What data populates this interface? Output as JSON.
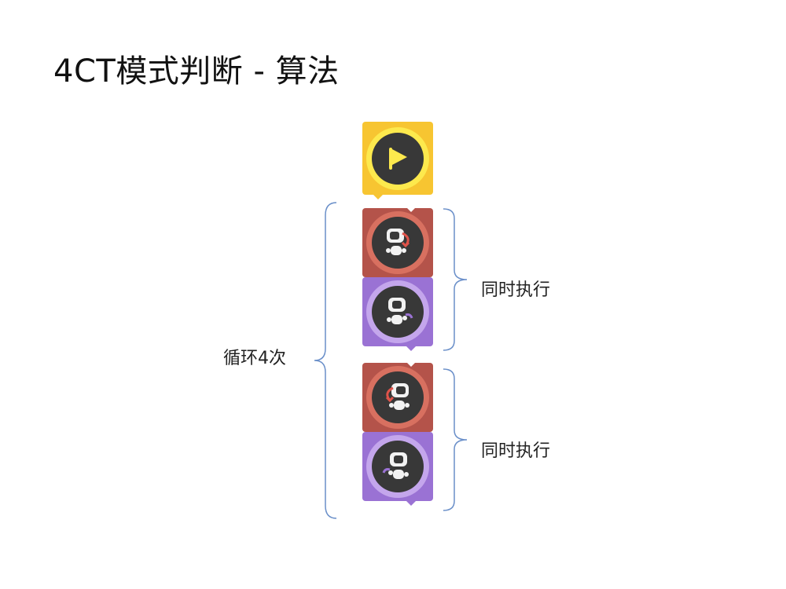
{
  "title": "4CT模式判断 - 算法",
  "loop_label": "循环4次",
  "group_labels": [
    "同时执行",
    "同时执行"
  ],
  "colors": {
    "start_block": "#f7c531",
    "start_ring": "#fde94d",
    "turn_block": "#b4534a",
    "turn_ring": "#d87060",
    "move_block": "#9a72d4",
    "move_ring": "#c4a6ec",
    "core": "#383838",
    "brace": "#6a8fc9"
  },
  "blocks": [
    {
      "icon": "flag-play-icon",
      "kind": "start"
    },
    {
      "icon": "robot-turn-right-icon",
      "kind": "turn"
    },
    {
      "icon": "robot-move-right-icon",
      "kind": "move"
    },
    {
      "icon": "robot-turn-left-icon",
      "kind": "turn"
    },
    {
      "icon": "robot-move-left-icon",
      "kind": "move"
    }
  ]
}
